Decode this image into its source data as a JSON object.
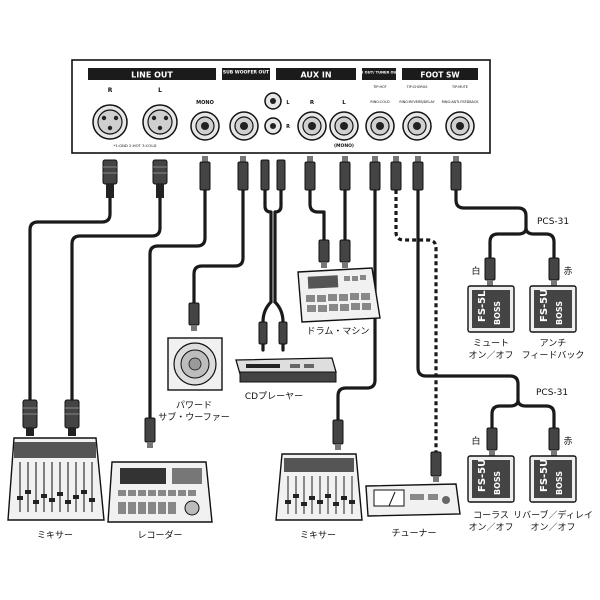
{
  "panel": {
    "line_out": "LINE OUT",
    "sub_woofer_out": "SUB WOOFER OUT",
    "aux_in": "AUX IN",
    "di_out": "DI OUT/ TUNER OUT",
    "foot_sw": "FOOT SW",
    "r": "R",
    "l": "L",
    "mono": "MONO",
    "mono_paren": "(MONO)",
    "ring_ground": "*1:GND 2:HOT 3:COLD",
    "tip_hot": "TIP:HOT",
    "ring_cold": "RING:COLD",
    "tip_chorus": "TIP:CHORUS",
    "ring_reverb": "RING:REVERB/DELAY",
    "tip_mute": "TIP:MUTE",
    "ring_anti": "RING:ANTI-FEEDBACK"
  },
  "labels": {
    "pcs31_top": "PCS-31",
    "pcs31_bottom": "PCS-31",
    "white_top": "白",
    "red_top": "赤",
    "white_bottom": "白",
    "red_bottom": "赤",
    "drum_machine": "ドラム・マシン",
    "powered_sub_1": "パワード",
    "powered_sub_2": "サブ・ウーファー",
    "cd_player": "CDプレーヤー",
    "mute_1": "ミュート",
    "mute_2": "オン／オフ",
    "anti_1": "アンチ",
    "anti_2": "フィードバック",
    "chorus_1": "コーラス",
    "chorus_2": "オン／オフ",
    "reverb_1": "リバーブ／ディレイ",
    "reverb_2": "オン／オフ",
    "mixer_left": "ミキサー",
    "recorder": "レコーダー",
    "mixer_mid": "ミキサー",
    "tuner": "チューナー",
    "pedal_model": "FS-5U",
    "pedal_model_l": "FS-5L",
    "pedal_brand": "BOSS"
  }
}
